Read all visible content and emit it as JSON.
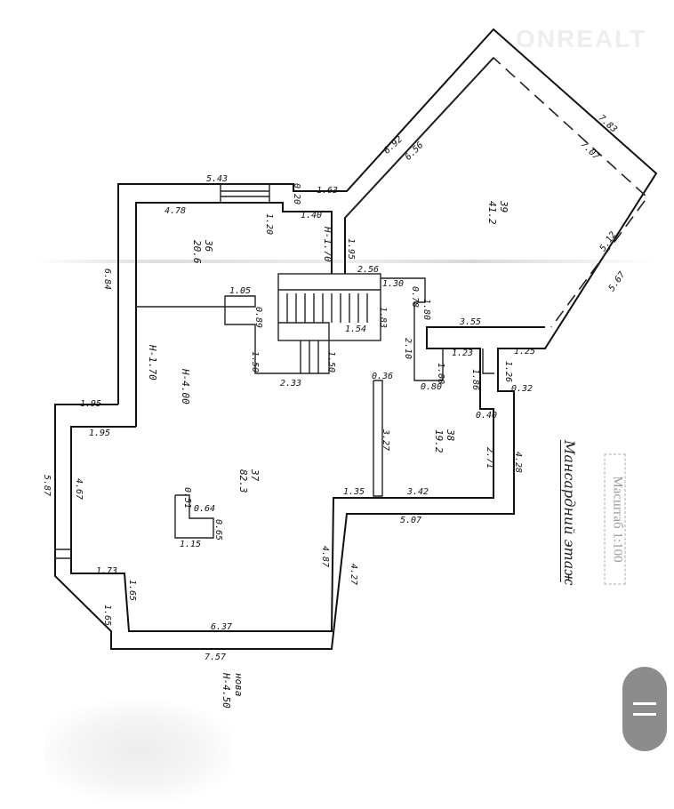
{
  "watermark": "ONREALT",
  "title": "Мансардний этаж",
  "scale_stamp": "Масштаб 1:100",
  "footer_note": {
    "line1": "нова",
    "line2": "Н-4.50"
  },
  "rooms": [
    {
      "number": "36",
      "area": "20.6"
    },
    {
      "number": "37",
      "area": "82.3"
    },
    {
      "number": "38",
      "area": "19.2"
    },
    {
      "number": "39",
      "area": "41.2"
    }
  ],
  "heights": {
    "h1": "Н-4.00",
    "h2": "Н-1.70",
    "h3": "Н-1.70",
    "h4": "1.30"
  },
  "dimensions": [
    "5.43",
    "0.20",
    "1.63",
    "6.92",
    "7.83",
    "6.56",
    "7.07",
    "4.78",
    "1.20",
    "1.40",
    "1.95",
    "5.12",
    "5.67",
    "6.84",
    "2.56",
    "1.30",
    "0.78",
    "1.80",
    "1.05",
    "0.89",
    "1.83",
    "1.54",
    "3.55",
    "1.50",
    "1.50",
    "2.10",
    "1.23",
    "1.25",
    "2.33",
    "0.36",
    "1.00",
    "0.80",
    "1.86",
    "1.26",
    "0.32",
    "0.40",
    "1.95",
    "1.95",
    "3.27",
    "2.71",
    "4.28",
    "4.67",
    "5.87",
    "0.51",
    "0.64",
    "0.65",
    "1.15",
    "1.35",
    "3.42",
    "5.07",
    "1.73",
    "1.65",
    "4.87",
    "4.27",
    "6.37",
    "7.57",
    "1.65"
  ],
  "menu_button": {
    "icon": "menu-icon",
    "color": "#8c8c8c"
  }
}
